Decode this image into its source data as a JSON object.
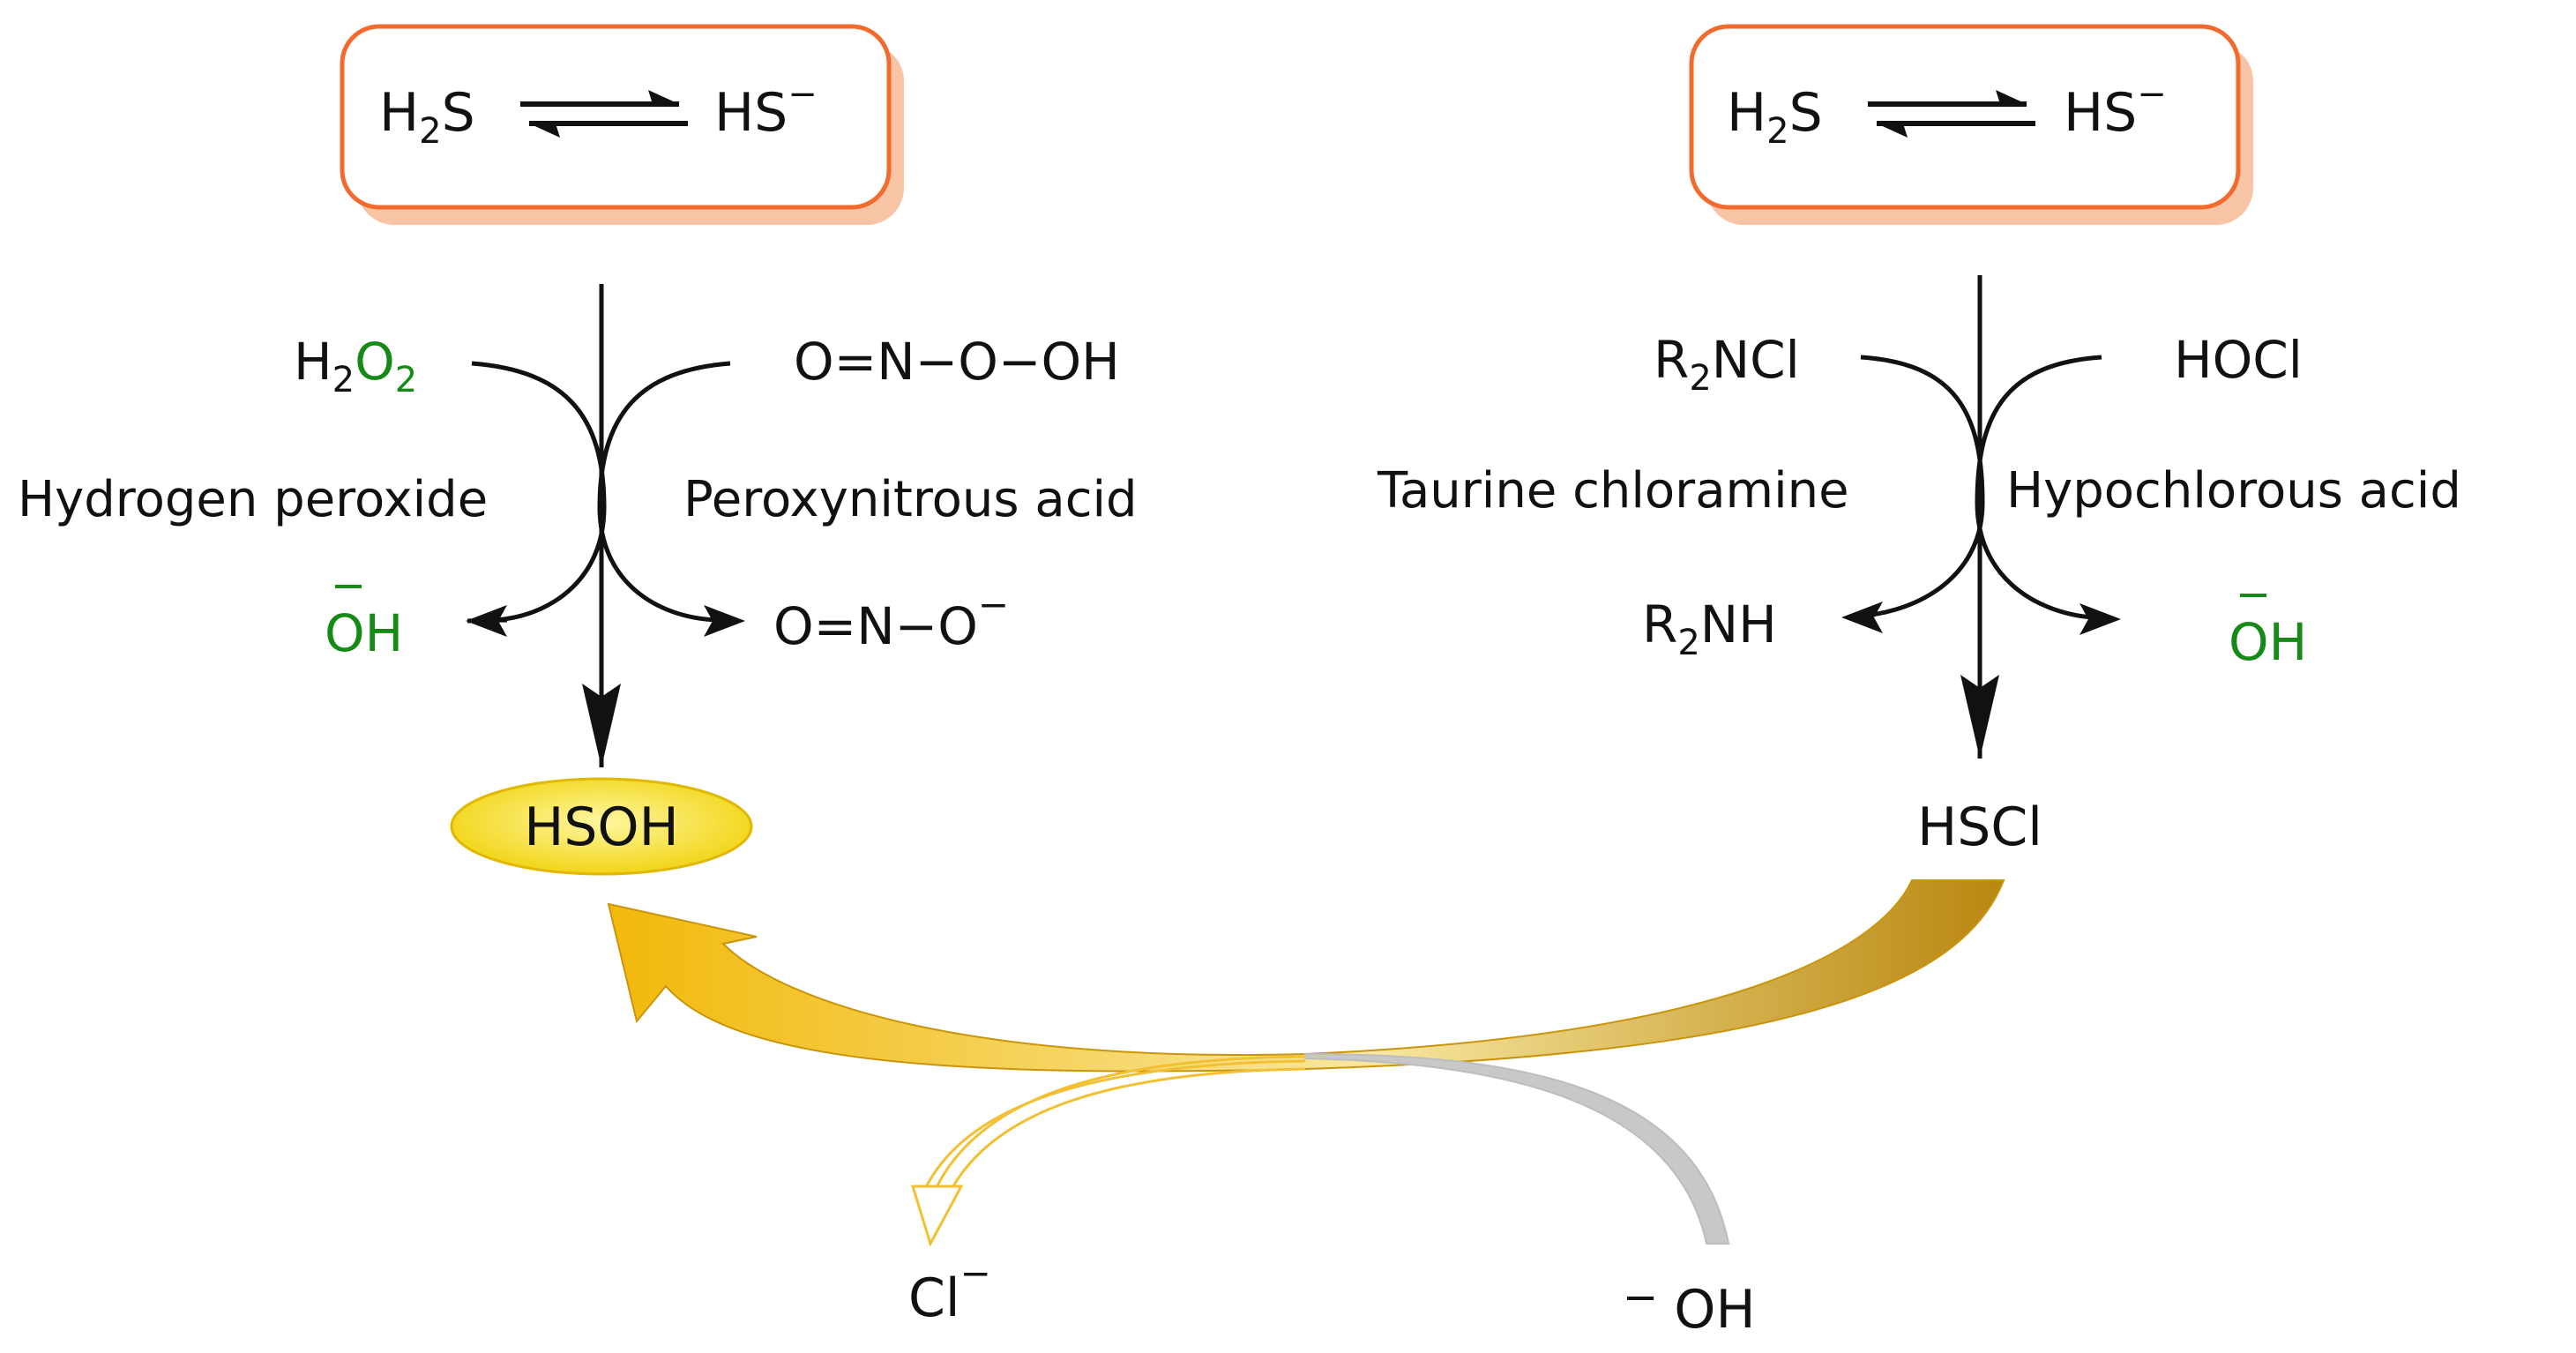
{
  "colors": {
    "box_stroke": "#f26a2e",
    "box_shadow": "#f7c4a6",
    "green": "#168a16",
    "black": "#111111",
    "gold": "#e8b00a",
    "gold_dark": "#b88a12",
    "highlight": "#f4de10",
    "gray": "#c8c8c8"
  },
  "left": {
    "equilibrium": {
      "from": "H",
      "from_sub": "2",
      "from_tail": "S",
      "to": "HS",
      "to_sup": "−"
    },
    "reagent_left": {
      "main": "H",
      "sub": "2",
      "tail": "O",
      "tail_sub": "2"
    },
    "reagent_right": "O=N−O−OH",
    "name_left": "Hydrogen peroxide",
    "name_right": "Peroxynitrous acid",
    "product_left": {
      "overbar": "−",
      "main": "OH"
    },
    "product_right": {
      "main": "O=N−O",
      "sup": "−"
    },
    "result": "HSOH"
  },
  "right": {
    "equilibrium": {
      "from": "H",
      "from_sub": "2",
      "from_tail": "S",
      "to": "HS",
      "to_sup": "−"
    },
    "reagent_left": {
      "main": "R",
      "sub": "2",
      "tail": "NCl"
    },
    "reagent_right": "HOCl",
    "name_left": "Taurine chloramine",
    "name_right": "Hypochlorous acid",
    "product_left": {
      "main": "R",
      "sub": "2",
      "tail": "NH"
    },
    "product_right": {
      "overbar": "−",
      "main": "OH"
    },
    "result": "HSCl"
  },
  "bottom": {
    "chloride": {
      "main": "Cl",
      "sup": "−"
    },
    "hydroxide": {
      "pre": "−",
      "main": "OH"
    }
  }
}
